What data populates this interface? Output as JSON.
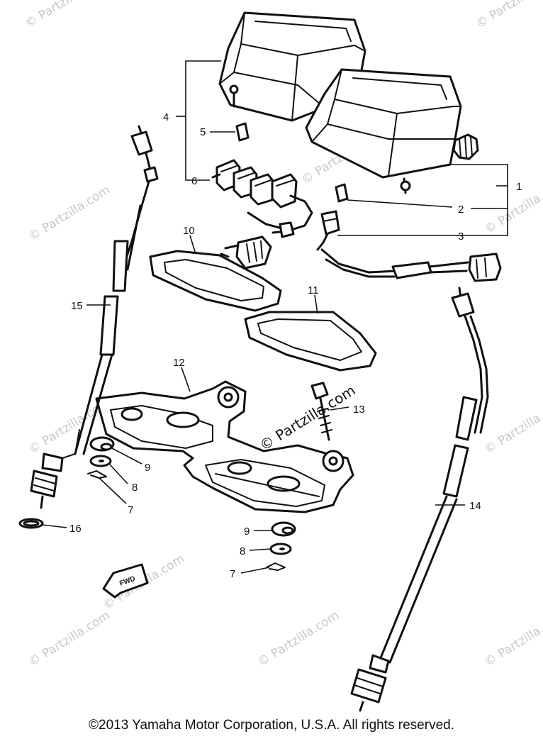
{
  "watermark": "© Partzilla.com",
  "copyright": "©2013  Yamaha Motor Corporation, U.S.A. All rights reserved.",
  "fwd_label": "FWD",
  "callouts": {
    "c1": "1",
    "c2": "2",
    "c3": "3",
    "c4": "4",
    "c5": "5",
    "c6": "6",
    "c7a": "7",
    "c7b": "7",
    "c8a": "8",
    "c8b": "8",
    "c9a": "9",
    "c9b": "9",
    "c10": "10",
    "c11": "11",
    "c12": "12",
    "c13": "13",
    "c14": "14",
    "c15": "15",
    "c16": "16"
  }
}
